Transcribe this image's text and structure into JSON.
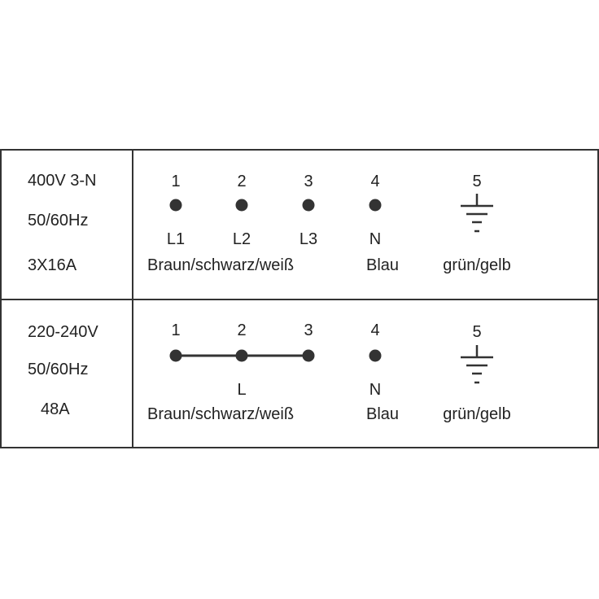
{
  "rows": [
    {
      "spec": [
        "400V 3-N",
        "50/60Hz",
        "3X16A"
      ],
      "terminals": [
        {
          "number": "1",
          "label": "L1"
        },
        {
          "number": "2",
          "label": "L2"
        },
        {
          "number": "3",
          "label": "L3"
        },
        {
          "number": "4",
          "label": "N"
        },
        {
          "number": "5",
          "label": ""
        }
      ],
      "bridged": false,
      "wires": {
        "phases": "Braun/schwarz/weiß",
        "neutral": "Blau",
        "earth": "grün/gelb"
      }
    },
    {
      "spec": [
        "220-240V",
        "50/60Hz",
        "48A"
      ],
      "terminals": [
        {
          "number": "1",
          "label": ""
        },
        {
          "number": "2",
          "label": "L"
        },
        {
          "number": "3",
          "label": ""
        },
        {
          "number": "4",
          "label": "N"
        },
        {
          "number": "5",
          "label": ""
        }
      ],
      "bridged": true,
      "wires": {
        "phases": "Braun/schwarz/weiß",
        "neutral": "Blau",
        "earth": "grün/gelb"
      }
    }
  ],
  "icons": {
    "terminal": "terminal-dot-icon",
    "earth": "earth-ground-icon"
  },
  "colors": {
    "line": "#333333",
    "text": "#222222"
  }
}
